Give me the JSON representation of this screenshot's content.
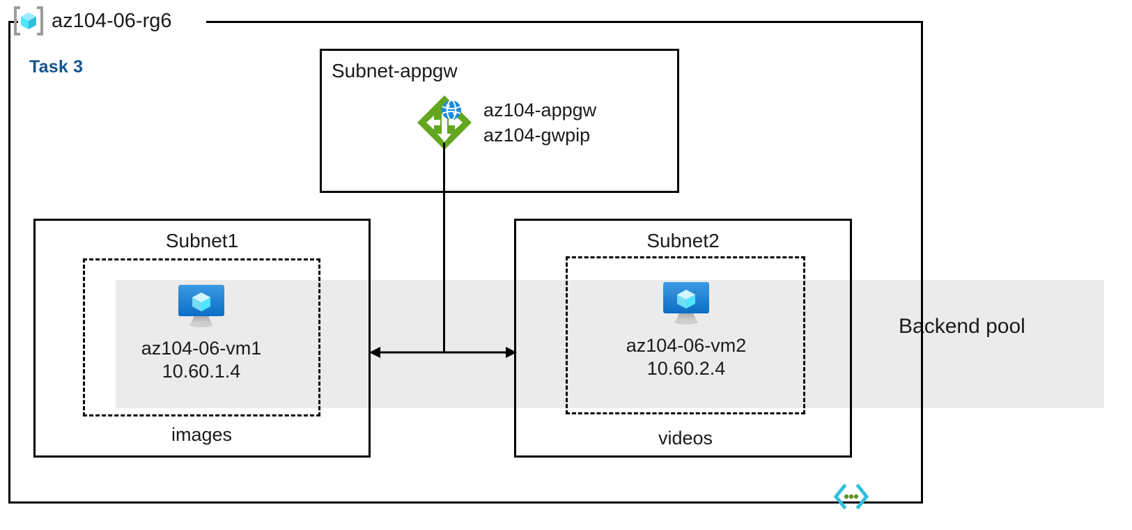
{
  "diagram": {
    "type": "azure-architecture",
    "resource_group": {
      "name": "az104-06-rg6",
      "icon": "resource-group-cube-icon"
    },
    "task_label": "Task 3",
    "backend_pool": {
      "label": "Backend pool",
      "band_color": "#ebebeb"
    },
    "subnets": [
      {
        "id": "subnet-appgw",
        "title": "Subnet-appgw",
        "resources": [
          {
            "icon": "application-gateway-icon",
            "lines": [
              "az104-appgw",
              "az104-gwpip"
            ]
          }
        ]
      },
      {
        "id": "subnet-1",
        "title": "Subnet1",
        "caption": "images",
        "vm": {
          "icon": "virtual-machine-icon",
          "name": "az104-06-vm1",
          "ip": "10.60.1.4"
        }
      },
      {
        "id": "subnet-2",
        "title": "Subnet2",
        "caption": "videos",
        "vm": {
          "icon": "virtual-machine-icon",
          "name": "az104-06-vm2",
          "ip": "10.60.2.4"
        }
      }
    ],
    "connectors": [
      {
        "name": "appgw-to-backend",
        "style": "solid-vertical"
      },
      {
        "name": "vm1-to-vm2",
        "style": "solid-double-arrow"
      }
    ],
    "footer_icon": "code-brackets-icon",
    "colors": {
      "task_accent": "#14548c",
      "band": "#ebebeb",
      "appgw_green": "#63a61f",
      "vm_blue": "#0f7bd4",
      "cube_cyan": "#50e6ff",
      "code_cyan": "#32bedd",
      "code_green": "#5e9624",
      "stroke": "#000000"
    }
  }
}
